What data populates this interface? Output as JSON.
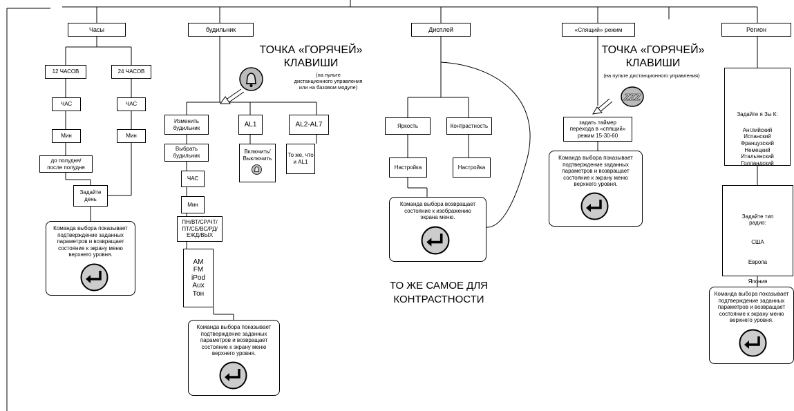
{
  "confirm_text": "Команда выбора показывает\nподтверждение заданных\nпараметров и возвращает\nсостояние к экрану меню\nверхнего уровня.",
  "hotkey": {
    "title": "ТОЧКА «ГОРЯЧЕЙ»\nКЛАВИШИ"
  },
  "clock": {
    "header": "Часы",
    "h12": "12 ЧАСОВ",
    "h24": "24 ЧАСОВ",
    "hour": "ЧАС",
    "min": "Мин",
    "ampm": "до полудня/\nпосле полудня",
    "day": "Задайте\nдень"
  },
  "alarm": {
    "header": "будильник",
    "hotkey_note": "(на пульте\nдистанционного управления\nили на базовом модуле)",
    "change": "Изменить\nбудильник",
    "select": "Выбрать\nбудильник",
    "al1": "AL1",
    "al27": "AL2-AL7",
    "toggle": "Включить/\nВыключить",
    "same": "То же, что\nи AL1",
    "days": "ПН/ВТ/СР/ЧТ/\nПТ/СБ/ВС/РД/\nЕЖД/ВЫХ",
    "sources": "AM\nFM\niPod\nAux\nТон"
  },
  "display": {
    "header": "Дисплей",
    "brightness": "Яркость",
    "contrast": "Контрастность",
    "setting": "Настройка",
    "confirm": "Команда выбора возвращает\nсостояние к изображению\nэкрана меню.",
    "same_note": "ТО ЖЕ САМОЕ ДЛЯ\nКОНТРАСТНОСТИ"
  },
  "sleep": {
    "header": "«Спящий» режим",
    "hotkey_note": "(на пульте дистанционного управления)",
    "timer": "задать таймер\nперехода в «спящий»\nрежим 15-30-60"
  },
  "region": {
    "header": "Регион",
    "lang_title": "Задайте я   Зы К:",
    "langs": "Английский\nИспанский\nФранцузский\nНемецкий\nИтальянский\nГолландский",
    "radio_title": "Задайте тип\nрадио:",
    "radio": [
      "США",
      "Европа",
      "Япония"
    ]
  }
}
